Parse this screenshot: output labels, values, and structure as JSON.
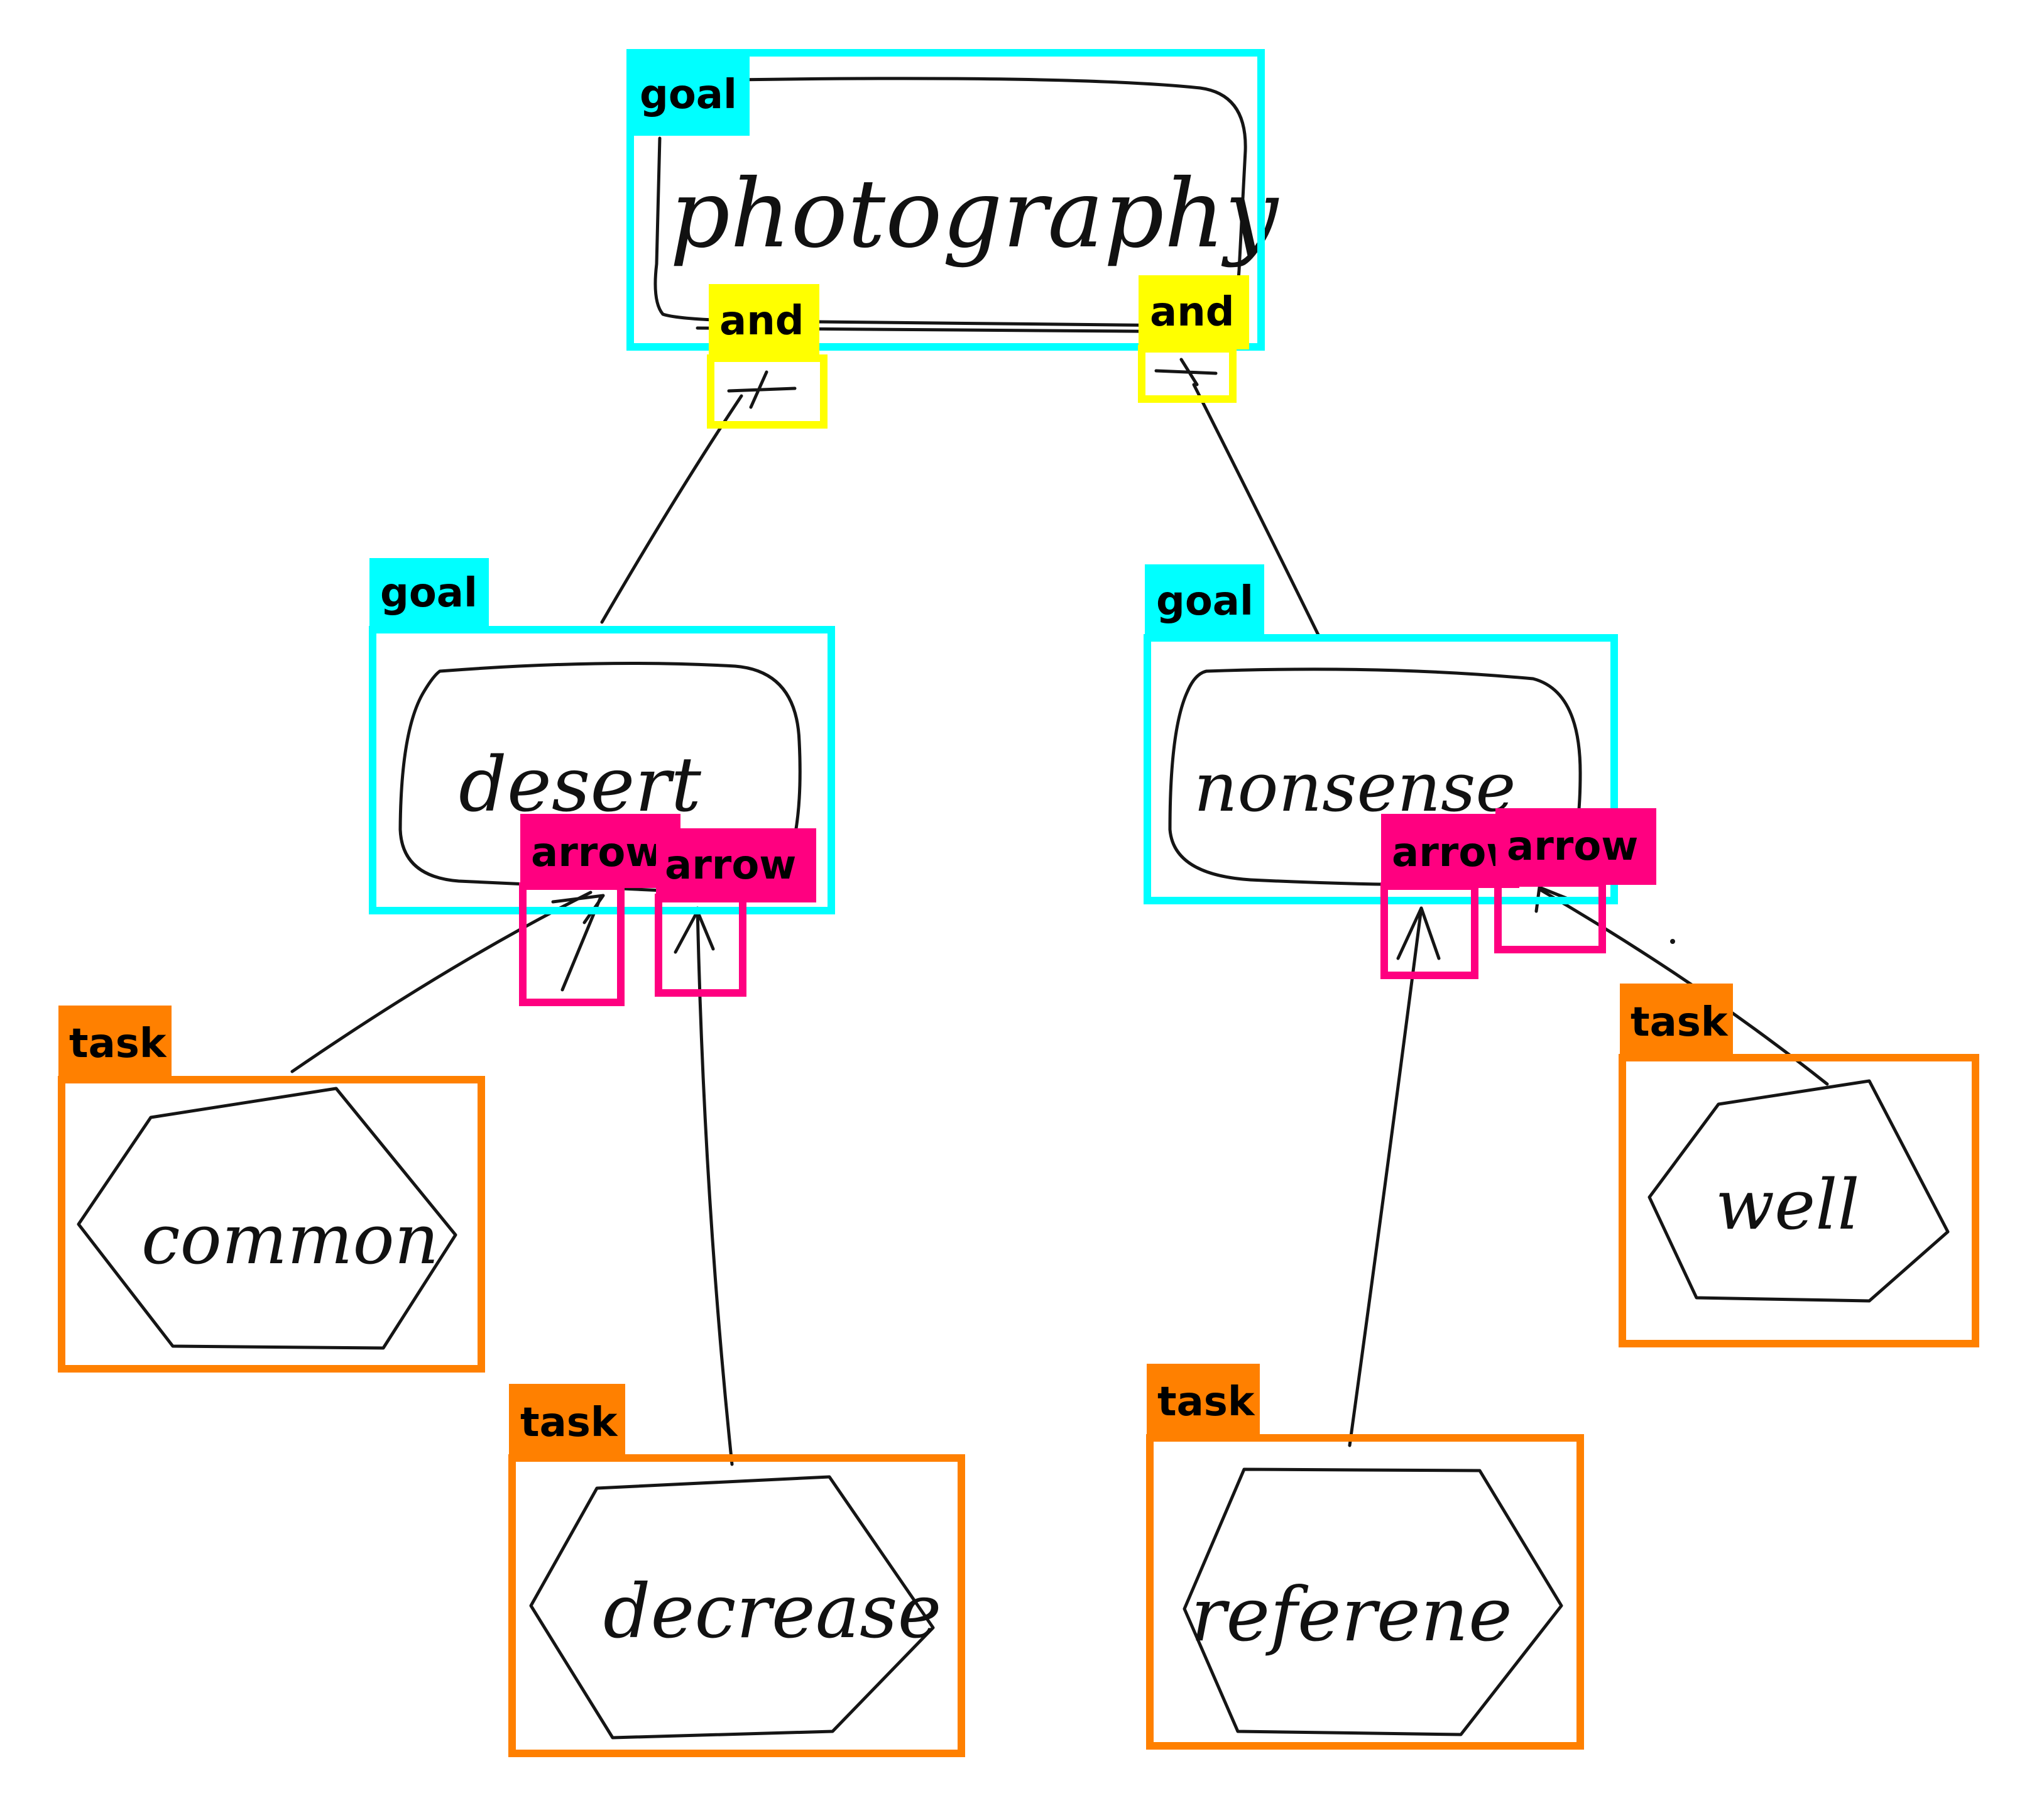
{
  "colors": {
    "goal": "#00ffff",
    "task": "#ff8000",
    "and": "#ffff00",
    "arrow": "#ff0080",
    "ink": "#151515"
  },
  "nodes": {
    "photography": {
      "text": "photography",
      "shape": "rounded-rectangle",
      "label": "goal"
    },
    "desert": {
      "text": "desert",
      "shape": "rounded-rectangle",
      "label": "goal"
    },
    "nonsense": {
      "text": "nonsense",
      "shape": "rounded-rectangle",
      "label": "goal"
    },
    "common": {
      "text": "common",
      "shape": "hexagon",
      "label": "task"
    },
    "decrease": {
      "text": "decrease",
      "shape": "hexagon",
      "label": "task"
    },
    "referene": {
      "text": "referene",
      "shape": "hexagon",
      "label": "task"
    },
    "well": {
      "text": "well",
      "shape": "hexagon",
      "label": "task"
    }
  },
  "connectors": {
    "and_left": {
      "label": "and"
    },
    "and_right": {
      "label": "and"
    },
    "arrow_common": {
      "label": "arrow"
    },
    "arrow_decrease": {
      "label": "arrow"
    },
    "arrow_referene": {
      "label": "arrow"
    },
    "arrow_well": {
      "label": "arrow"
    }
  },
  "edges": [
    {
      "from": "photography",
      "to": "desert",
      "type": "and"
    },
    {
      "from": "photography",
      "to": "nonsense",
      "type": "and"
    },
    {
      "from": "common",
      "to": "desert",
      "type": "arrow"
    },
    {
      "from": "decrease",
      "to": "desert",
      "type": "arrow"
    },
    {
      "from": "referene",
      "to": "nonsense",
      "type": "arrow"
    },
    {
      "from": "well",
      "to": "nonsense",
      "type": "arrow"
    }
  ]
}
